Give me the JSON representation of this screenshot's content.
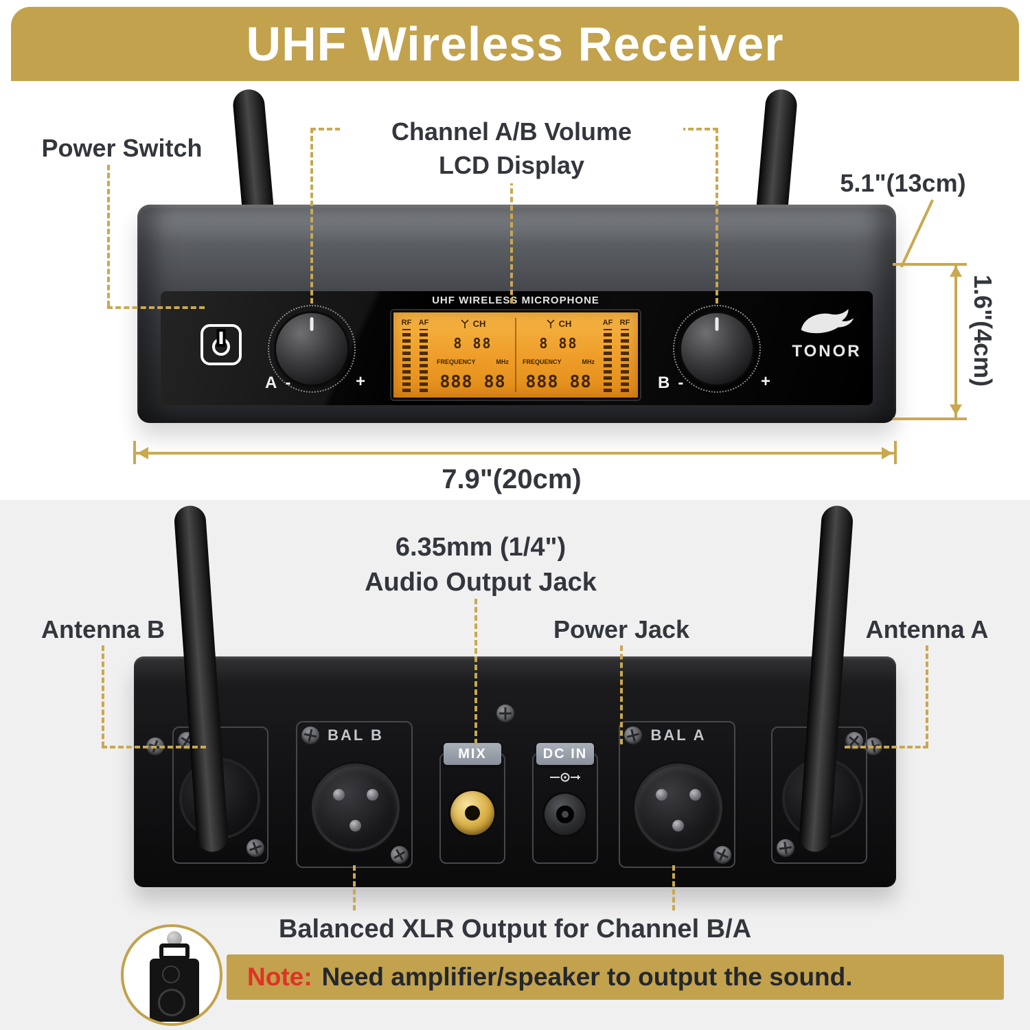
{
  "banner": {
    "title": "UHF Wireless Receiver"
  },
  "front": {
    "callout_power_switch": "Power Switch",
    "callout_channel_volume": "Channel A/B Volume",
    "callout_lcd": "LCD Display",
    "dim_depth": "5.1\"(13cm)",
    "dim_height": "1.6\"(4cm)",
    "dim_width": "7.9\"(20cm)",
    "panel": {
      "lcd_title": "UHF WIRELESS MICROPHONE",
      "rf": "RF",
      "af": "AF",
      "ch": "CH",
      "frequency": "FREQUENCY",
      "mhz": "MHz",
      "ch_digits": "8 88",
      "freq_digits": "888 88",
      "knob_a": "A",
      "knob_b": "B",
      "minus": "-",
      "plus": "+",
      "brand": "TONOR"
    }
  },
  "rear": {
    "callout_jack_line1": "6.35mm (1/4\")",
    "callout_jack_line2": "Audio Output Jack",
    "callout_antenna_b": "Antenna B",
    "callout_power_jack": "Power Jack",
    "callout_antenna_a": "Antenna A",
    "callout_xlr": "Balanced XLR Output for Channel B/A",
    "labels": {
      "bal_b": "BAL B",
      "mix": "MIX",
      "dc_in": "DC IN",
      "bal_a": "BAL A"
    }
  },
  "note": {
    "prefix": "Note:",
    "text": "Need amplifier/speaker to output the sound."
  },
  "colors": {
    "gold": "#c2a24c",
    "lcd_orange": "#ee9c28",
    "note_red": "#df3226"
  }
}
